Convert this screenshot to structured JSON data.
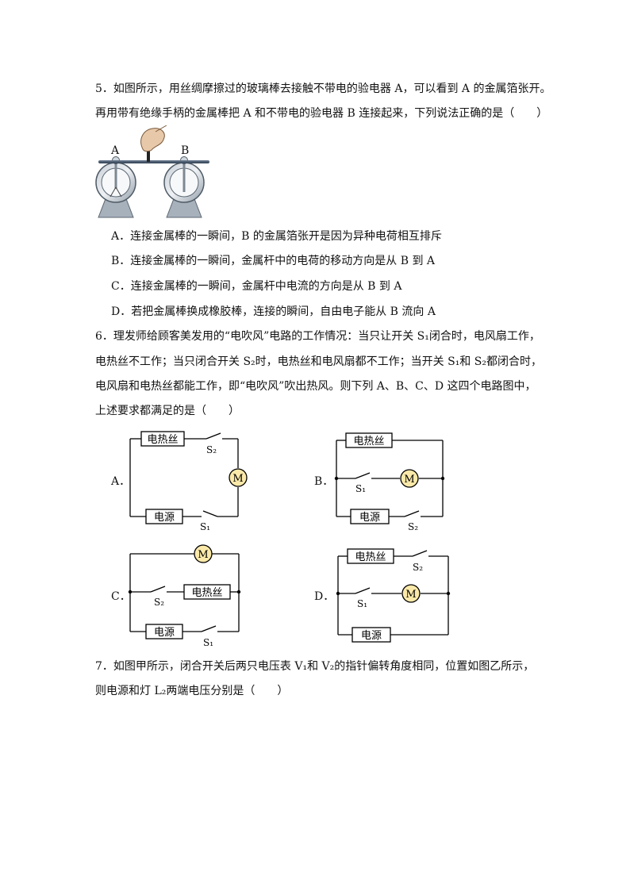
{
  "q5": {
    "line1": "5．如图所示，用丝绸摩擦过的玻璃棒去接触不带电的验电器 A，可以看到 A 的金属箔张开。",
    "line2": "再用带有绝缘手柄的金属棒把 A 和不带电的验电器 B 连接起来，下列说法正确的是（　　）",
    "figure": {
      "label_a": "A",
      "label_b": "B"
    },
    "options": [
      "A．连接金属棒的一瞬间，B 的金属箔张开是因为异种电荷相互排斥",
      "B．连接金属棒的一瞬间，金属杆中的电荷的移动方向是从 B 到 A",
      "C．连接金属棒的一瞬间，金属杆中电流的方向是从 B 到 A",
      "D．若把金属棒换成橡胶棒，连接的瞬间，自由电子能从 B 流向 A"
    ]
  },
  "q6": {
    "line1": "6．理发师给顾客美发用的“电吹风”电路的工作情况：当只让开关 S₁闭合时，电风扇工作，",
    "line2": "电热丝不工作；当只闭合开关 S₂时，电热丝和电风扇都不工作；当开关 S₁和 S₂都闭合时，",
    "line3": "电风扇和电热丝都能工作，即“电吹风”吹出热风。则下列 A、B、C、D 这四个电路图中，",
    "line4": "上述要求都满足的是（　　）",
    "circuits": {
      "heater": "电热丝",
      "source": "电源",
      "motor": "M",
      "s1": "S₁",
      "s2": "S₂",
      "labels": [
        "A．",
        "B．",
        "C．",
        "D．"
      ]
    }
  },
  "q7": {
    "line1": "7．如图甲所示，闭合开关后两只电压表 V₁和 V₂的指针偏转角度相同，位置如图乙所示，",
    "line2": "则电源和灯 L₂两端电压分别是（　　）"
  }
}
